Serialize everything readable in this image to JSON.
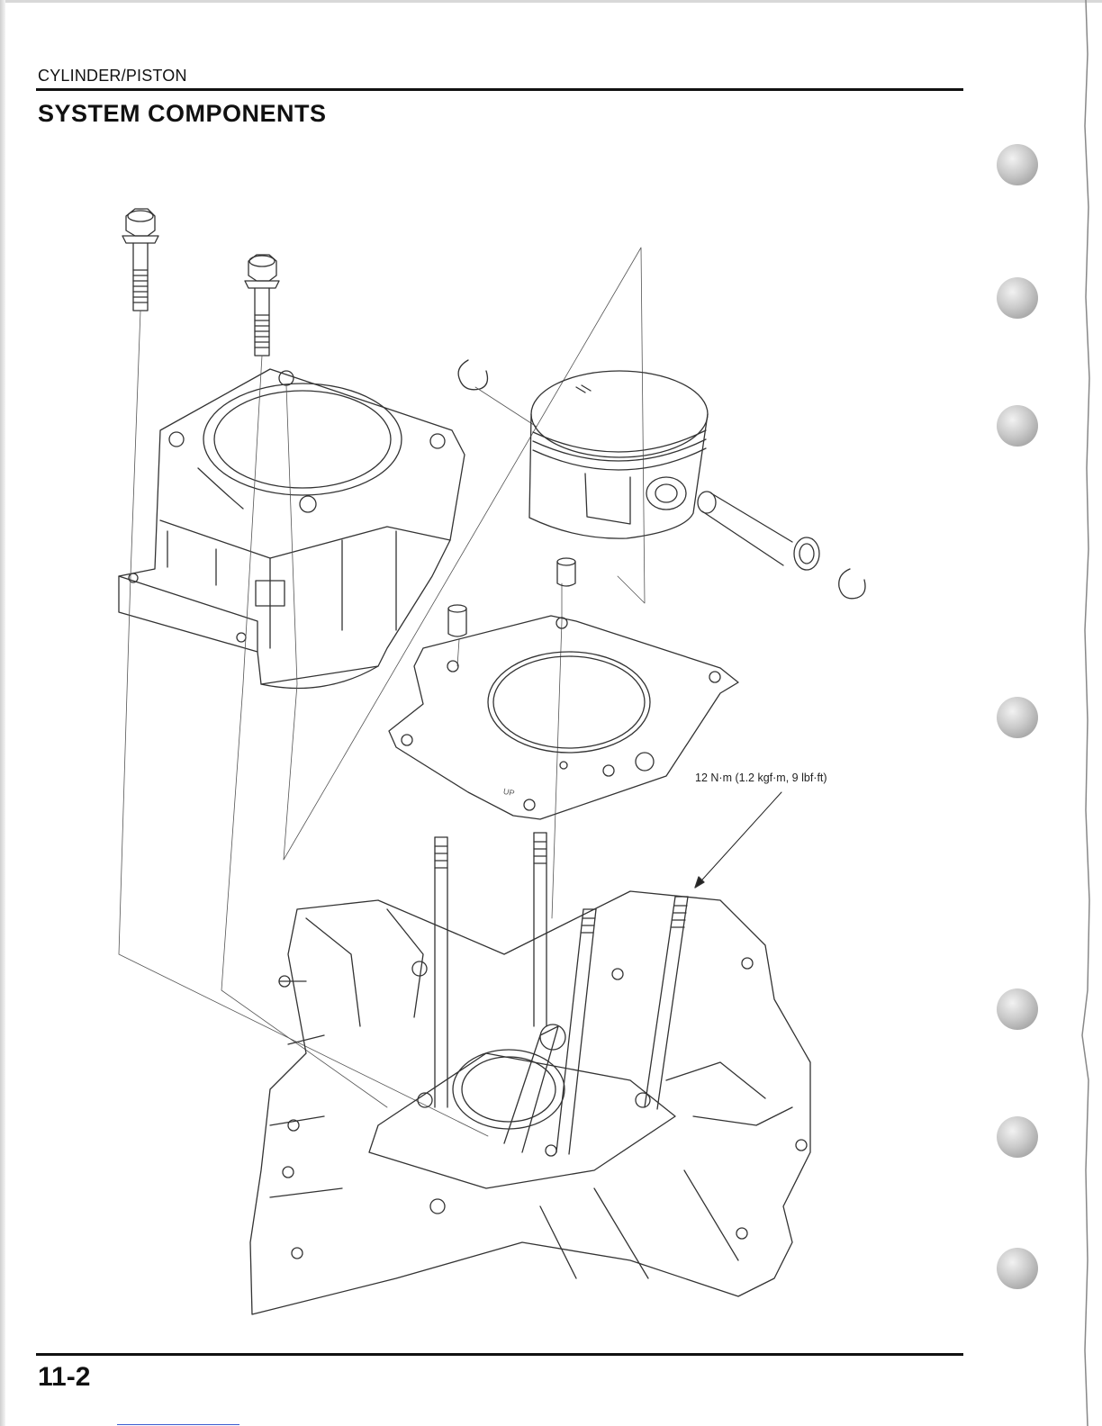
{
  "header": {
    "section": "CYLINDER/PISTON",
    "title": "SYSTEM COMPONENTS"
  },
  "diagram": {
    "torque_spec": "12 N·m (1.2 kgf·m, 9 lbf·ft)",
    "gasket_mark": "UP"
  },
  "footer": {
    "page_number": "11-2"
  },
  "tab_markers": 7
}
